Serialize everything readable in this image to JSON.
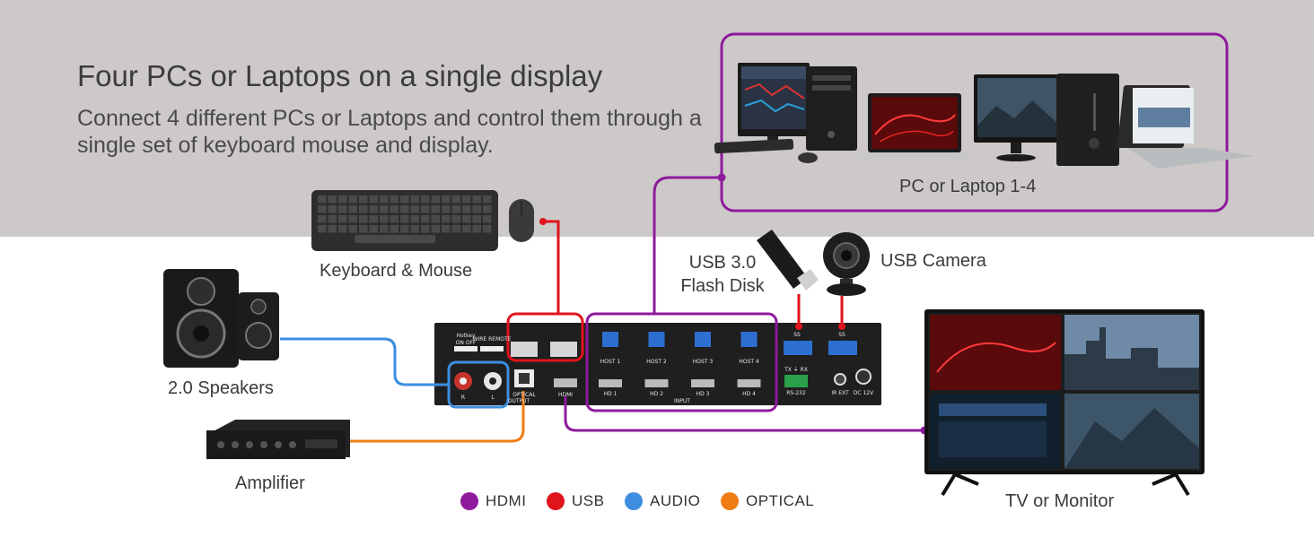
{
  "header": {
    "title": "Four PCs or Laptops on a single display",
    "subtitle": "Connect 4 different PCs or Laptops and control them through a single set of keyboard mouse and display."
  },
  "labels": {
    "pc_group": "PC or Laptop 1-4",
    "keyboard_mouse": "Keyboard & Mouse",
    "speakers": "2.0 Speakers",
    "amplifier": "Amplifier",
    "flash_disk": "USB 3.0 Flash Disk",
    "camera": "USB Camera",
    "tv": "TV or Monitor"
  },
  "device_panel": {
    "hotkey": "Hotkey",
    "on_off": "ON  OFF",
    "wire_remote": "WIRE REMOTE",
    "audio_r": "R",
    "audio_l": "L",
    "optical": "OPTICAL",
    "output": "OUTPUT",
    "hdmi_out": "HDMI",
    "hosts": [
      "HOST 1",
      "HOST 2",
      "HOST 3",
      "HOST 4"
    ],
    "hd_inputs": [
      "HD 1",
      "HD 2",
      "HD 3",
      "HD 4"
    ],
    "input": "INPUT",
    "usb_ss": "SS",
    "tx_rx": "TX  ⏚  RX",
    "rs232": "RS-232",
    "ir_ext": "IR EXT",
    "dc": "DC 12V"
  },
  "legend": [
    {
      "label": "HDMI",
      "color": "#8e1a9c"
    },
    {
      "label": "USB",
      "color": "#e0141b"
    },
    {
      "label": "AUDIO",
      "color": "#3d8ee0"
    },
    {
      "label": "OPTICAL",
      "color": "#ef7d14"
    }
  ],
  "colors": {
    "hdmi": "#8e1a9c",
    "usb": "#e0141b",
    "audio": "#3d8ee0",
    "optical": "#ef7d14",
    "band": "#cdc9c9"
  }
}
